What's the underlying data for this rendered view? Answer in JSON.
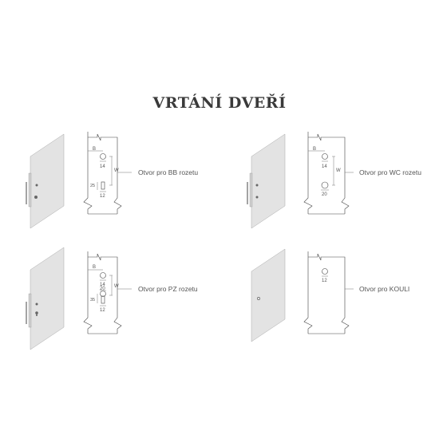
{
  "title": "VRTÁNÍ DVEŘÍ",
  "panels": [
    {
      "label": "Otvor pro BB rozetu",
      "icon": "door-bb-icon",
      "dims": {
        "b": "B",
        "top": "14",
        "w": "W",
        "side": "25",
        "bottom": "12"
      }
    },
    {
      "label": "Otvor pro WC rozetu",
      "icon": "door-wc-icon",
      "dims": {
        "b": "B",
        "top": "14",
        "w": "W",
        "bottom": "20"
      }
    },
    {
      "label": "Otvor pro PZ rozetu",
      "icon": "door-pz-icon",
      "dims": {
        "b": "B",
        "top": "14",
        "mid": "20",
        "w": "W",
        "side": "35",
        "bottom": "12"
      }
    },
    {
      "label": "Otvor pro KOULI",
      "icon": "door-knob-icon",
      "dims": {
        "bottom": "12"
      }
    }
  ],
  "colors": {
    "door": "#e3e3e3",
    "line": "#444444",
    "text": "#555555"
  }
}
